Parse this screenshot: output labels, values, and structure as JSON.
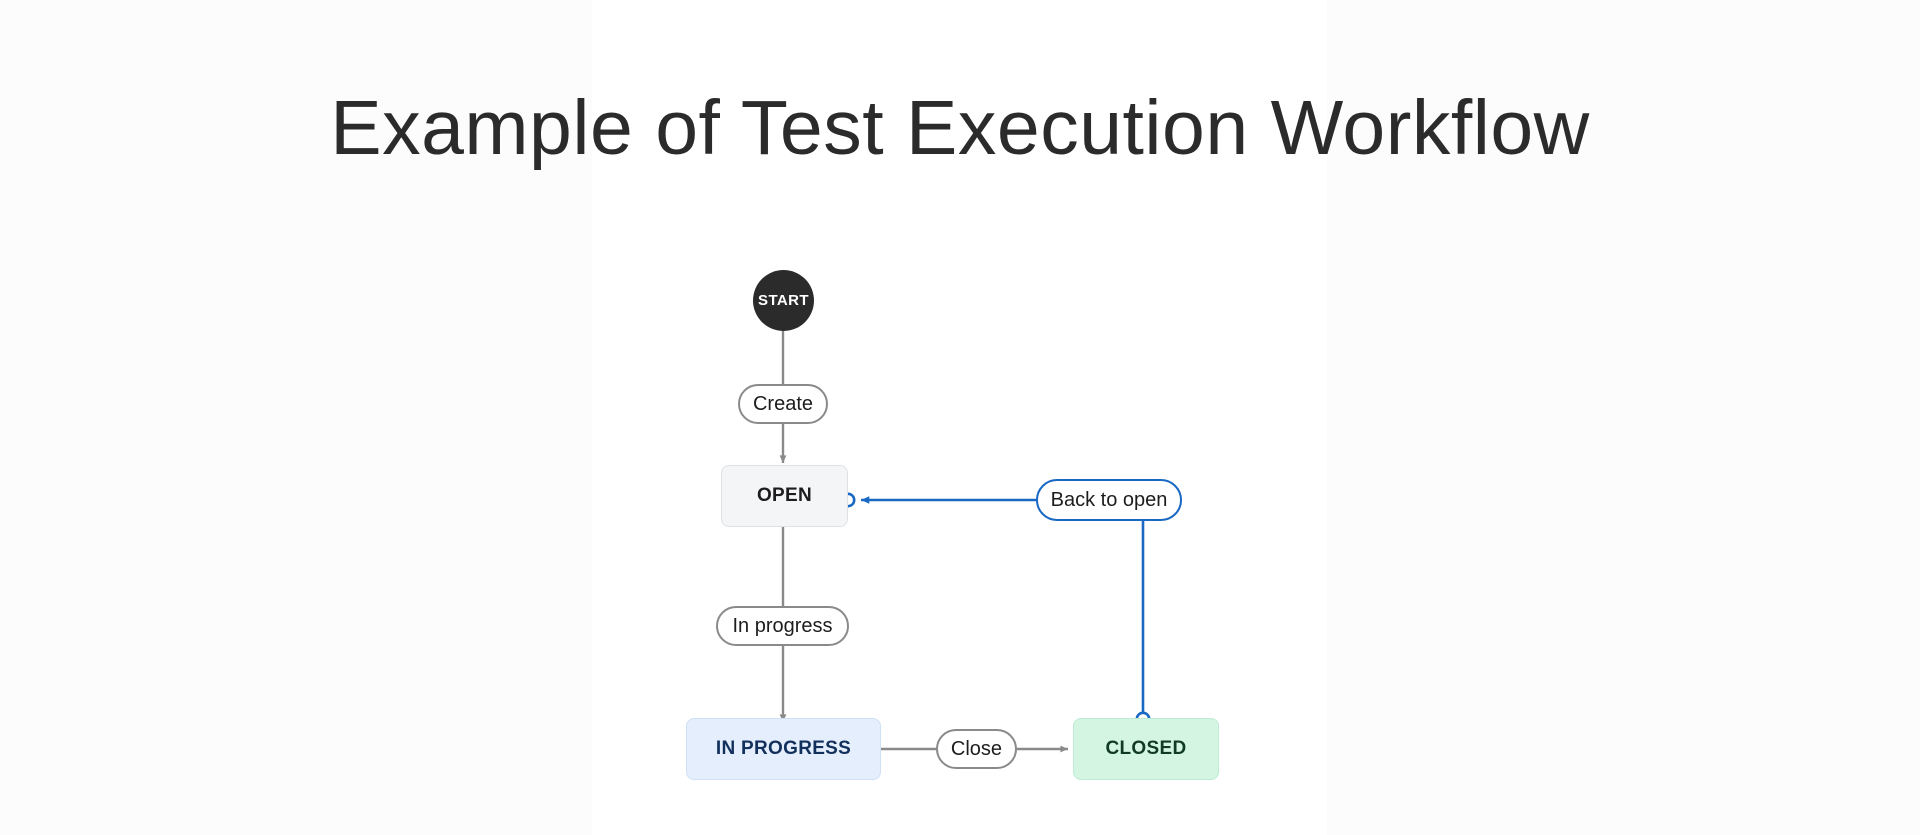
{
  "page": {
    "title": "Example of Test Execution Workflow",
    "background_color": "#fcfcfc",
    "panel_color": "#ffffff"
  },
  "diagram": {
    "type": "workflow-state-diagram",
    "nodes": [
      {
        "id": "start",
        "label": "START",
        "kind": "start-circle",
        "color": "#2b2b2b",
        "text_color": "#ffffff"
      },
      {
        "id": "open",
        "label": "OPEN",
        "kind": "state",
        "color": "#f4f5f7",
        "text_color": "#1d1d1f"
      },
      {
        "id": "in-progress",
        "label": "IN PROGRESS",
        "kind": "state",
        "color": "#e4eefc",
        "text_color": "#12305c"
      },
      {
        "id": "closed",
        "label": "CLOSED",
        "kind": "state",
        "color": "#d4f5e2",
        "text_color": "#123b25"
      }
    ],
    "transitions": [
      {
        "id": "create",
        "label": "Create",
        "from": "start",
        "to": "open",
        "style": "default",
        "color": "#8a8a8a"
      },
      {
        "id": "in-progress-transition",
        "label": "In progress",
        "from": "open",
        "to": "in-progress",
        "style": "default",
        "color": "#8a8a8a"
      },
      {
        "id": "close",
        "label": "Close",
        "from": "in-progress",
        "to": "closed",
        "style": "default",
        "color": "#8a8a8a"
      },
      {
        "id": "back-to-open",
        "label": "Back to open",
        "from": "closed",
        "to": "open",
        "style": "selected",
        "color": "#1868c4"
      }
    ]
  }
}
